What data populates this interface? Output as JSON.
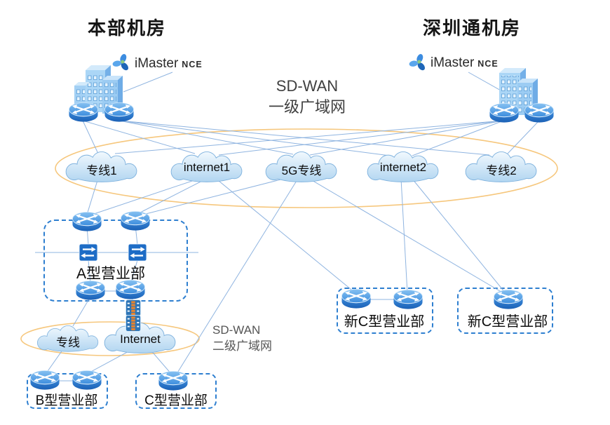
{
  "colors": {
    "edge": "#8FB4E0",
    "ellipse": "#F6C77D",
    "box_border": "#2E7FD0",
    "cloud_stroke": "#7FB2DE",
    "node_blue": "#2F7FD6",
    "firewall_orange": "#E8832C"
  },
  "sites": {
    "hq": {
      "title": "本部机房"
    },
    "szt": {
      "title": "深圳通机房"
    }
  },
  "controllers": {
    "left": {
      "name": "iMaster",
      "suffix": "NCE"
    },
    "right": {
      "name": "iMaster",
      "suffix": "NCE"
    }
  },
  "wan1": {
    "line1": "SD-WAN",
    "line2": "一级广域网",
    "clouds": [
      {
        "label": "专线1"
      },
      {
        "label": "internet1"
      },
      {
        "label": "5G专线"
      },
      {
        "label": "internet2"
      },
      {
        "label": "专线2"
      }
    ]
  },
  "wan2": {
    "line1": "SD-WAN",
    "line2": "二级广域网",
    "clouds": [
      {
        "label": "专线"
      },
      {
        "label": "Internet"
      }
    ]
  },
  "branches": {
    "a": {
      "label": "A型营业部"
    },
    "b": {
      "label": "B型营业部"
    },
    "c": {
      "label": "C型营业部"
    },
    "newc1": {
      "label": "新C型营业部"
    },
    "newc2": {
      "label": "新C型营业部"
    }
  },
  "edges": [
    [
      176,
      131,
      246,
      103
    ],
    [
      668,
      103,
      716,
      130
    ],
    [
      118,
      172,
      140,
      219
    ],
    [
      118,
      172,
      278,
      219
    ],
    [
      170,
      172,
      418,
      220
    ],
    [
      170,
      172,
      556,
      222
    ],
    [
      170,
      172,
      698,
      221
    ],
    [
      718,
      172,
      312,
      221
    ],
    [
      718,
      172,
      442,
      221
    ],
    [
      718,
      172,
      588,
      222
    ],
    [
      768,
      173,
      724,
      219
    ],
    [
      718,
      172,
      164,
      219
    ],
    [
      140,
      254,
      124,
      306
    ],
    [
      286,
      254,
      131,
      306
    ],
    [
      298,
      253,
      198,
      304
    ],
    [
      420,
      251,
      204,
      306
    ],
    [
      306,
      253,
      506,
      417
    ],
    [
      572,
      255,
      581,
      418
    ],
    [
      438,
      253,
      718,
      418
    ],
    [
      588,
      255,
      721,
      418
    ],
    [
      426,
      253,
      252,
      533
    ],
    [
      124,
      323,
      126,
      349
    ],
    [
      193,
      321,
      196,
      349
    ],
    [
      126,
      371,
      129,
      403
    ],
    [
      196,
      371,
      187,
      402
    ],
    [
      50,
      360,
      283,
      360
    ],
    [
      141,
      415,
      174,
      415
    ],
    [
      129,
      423,
      104,
      465
    ],
    [
      188,
      421,
      193,
      467
    ],
    [
      92,
      495,
      66,
      532
    ],
    [
      189,
      498,
      126,
      532
    ],
    [
      213,
      497,
      245,
      534
    ],
    [
      81,
      543,
      107,
      543
    ],
    [
      527,
      427,
      562,
      427
    ]
  ]
}
